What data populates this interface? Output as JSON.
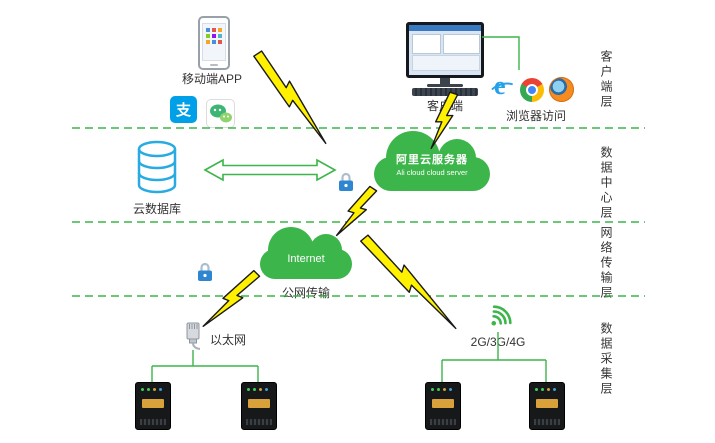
{
  "labels": {
    "mobile_app": "移动端APP",
    "client": "客户端",
    "browser_access": "浏览器访问",
    "cloud_db": "云数据库",
    "ali_cloud_line1": "阿里云服务器",
    "ali_cloud_line2": "Ali cloud cloud server",
    "internet": "Internet",
    "public_net": "公网传输",
    "ethernet": "以太网",
    "cellular": "2G/3G/4G"
  },
  "layers": [
    {
      "label": "客户端层"
    },
    {
      "label": "数据中心层"
    },
    {
      "label": "网络传输层"
    },
    {
      "label": "数据采集层"
    }
  ],
  "icons": {
    "alipay_glyph": "支",
    "ie_glyph": "e"
  },
  "colors": {
    "diagram_green": "#3cb54a",
    "database_blue": "#29abe2",
    "lightning_yellow": "#fff100",
    "alipay_blue": "#00a0e9",
    "wechat_green": "#3eb575",
    "lock_blue": "#2e86d0"
  }
}
